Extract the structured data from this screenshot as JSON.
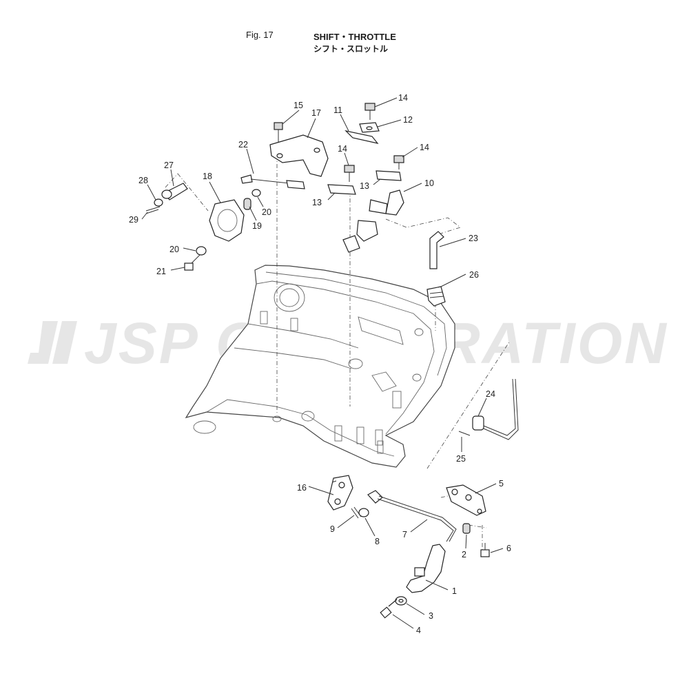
{
  "header": {
    "figure": "Fig. 17",
    "title_en": "SHIFT・THROTTLE",
    "title_jp": "シフト・スロットル"
  },
  "watermark": "JSP CORPORATION",
  "callouts": {
    "c1": "1",
    "c2": "2",
    "c3": "3",
    "c4": "4",
    "c5": "5",
    "c6": "6",
    "c7": "7",
    "c8": "8",
    "c9": "9",
    "c10": "10",
    "c11": "11",
    "c12": "12",
    "c13a": "13",
    "c13b": "13",
    "c14a": "14",
    "c14b": "14",
    "c14c": "14",
    "c15": "15",
    "c16": "16",
    "c17": "17",
    "c18": "18",
    "c19": "19",
    "c20a": "20",
    "c20b": "20",
    "c21": "21",
    "c22": "22",
    "c23": "23",
    "c24": "24",
    "c25": "25",
    "c26": "26",
    "c27": "27",
    "c28": "28",
    "c29": "29"
  },
  "colors": {
    "line": "#222222",
    "watermark": "#e6e6e6"
  }
}
